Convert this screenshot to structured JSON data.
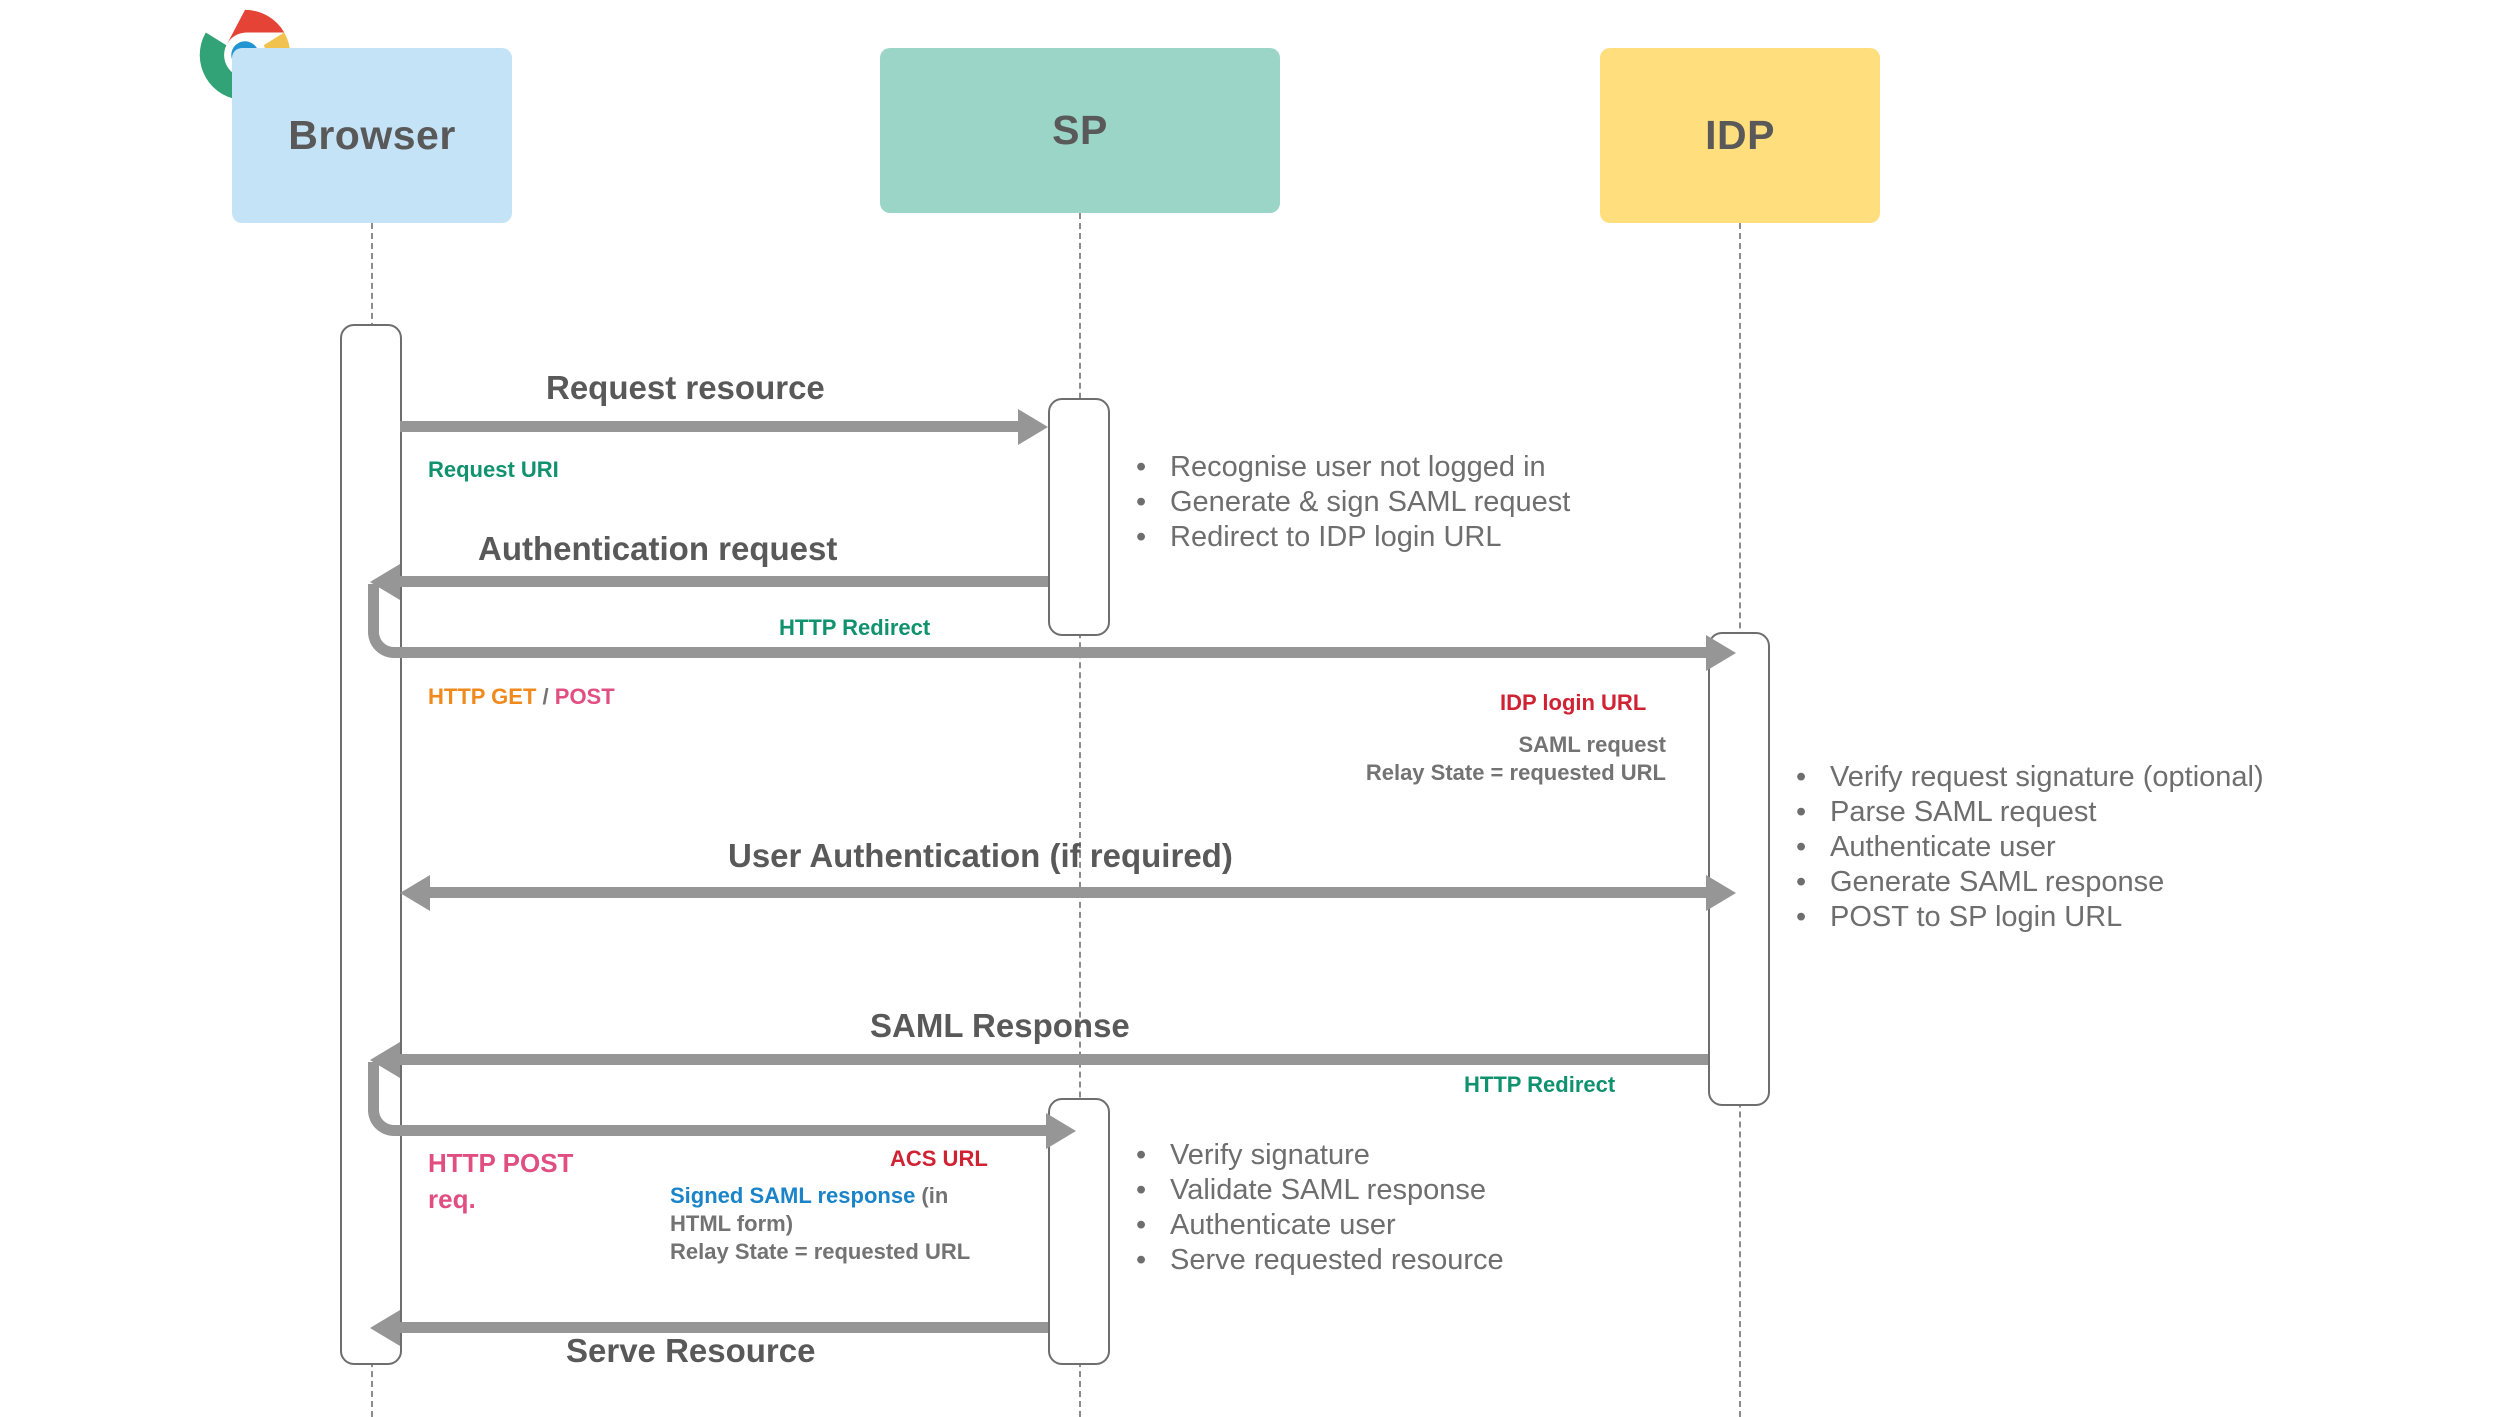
{
  "diagram": {
    "title": "SAML SSO sequence flow",
    "type": "sequence-diagram"
  },
  "actors": [
    {
      "id": "browser",
      "label": "Browser",
      "color": "#c5e3f6",
      "icon": "chrome-logo"
    },
    {
      "id": "sp",
      "label": "SP",
      "color": "#9ad5c8",
      "icon": null
    },
    {
      "id": "idp",
      "label": "IDP",
      "color": "#ffdf7d",
      "icon": null
    }
  ],
  "messages": [
    {
      "id": "m1",
      "label": "Request resource",
      "from": "browser",
      "to": "sp",
      "direction": "right"
    },
    {
      "id": "m2",
      "label": "Authentication request",
      "from": "sp",
      "to": "browser",
      "direction": "left"
    },
    {
      "id": "m3",
      "label": "",
      "from": "browser",
      "to": "idp",
      "direction": "right"
    },
    {
      "id": "m4",
      "label": "User Authentication (if required)",
      "from": "browser",
      "to": "idp",
      "direction": "both"
    },
    {
      "id": "m5",
      "label": "SAML Response",
      "from": "idp",
      "to": "browser",
      "direction": "left"
    },
    {
      "id": "m6",
      "label": "",
      "from": "browser",
      "to": "sp",
      "direction": "right"
    },
    {
      "id": "m7",
      "label": "Serve Resource",
      "from": "sp",
      "to": "browser",
      "direction": "left"
    }
  ],
  "annotations": {
    "request_uri": "Request URI",
    "http_redirect_1": "HTTP Redirect",
    "http_get": "HTTP GET",
    "slash": "/",
    "post": "POST",
    "idp_login_url": "IDP login URL",
    "saml_request": "SAML request",
    "relay_state_1": "Relay State = requested URL",
    "http_redirect_2": "HTTP Redirect",
    "http_post_req": "HTTP POST\nreq.",
    "acs_url": "ACS URL",
    "signed_saml_response": "Signed SAML response",
    "in_html_form": " (in",
    "html_form_2": "HTML form)",
    "relay_state_2": "Relay State = requested URL"
  },
  "notes": {
    "sp_first": [
      "Recognise user not logged in",
      "Generate & sign SAML request",
      "Redirect to IDP login URL"
    ],
    "idp": [
      "Verify request signature (optional)",
      "Parse SAML request",
      "Authenticate user",
      "Generate SAML response",
      "POST to SP login URL"
    ],
    "sp_second": [
      "Verify signature",
      "Validate SAML response",
      "Authenticate user",
      "Serve requested resource"
    ]
  },
  "colors": {
    "browser_box": "#c5e3f6",
    "sp_box": "#9ad5c8",
    "idp_box": "#ffdf7d",
    "arrow": "#969696",
    "text": "#595959",
    "green": "#11926f",
    "orange": "#f08a1c",
    "pink": "#e14f80",
    "red": "#cf2233",
    "blue": "#1b84c8",
    "note_text": "#6e6e6e"
  }
}
